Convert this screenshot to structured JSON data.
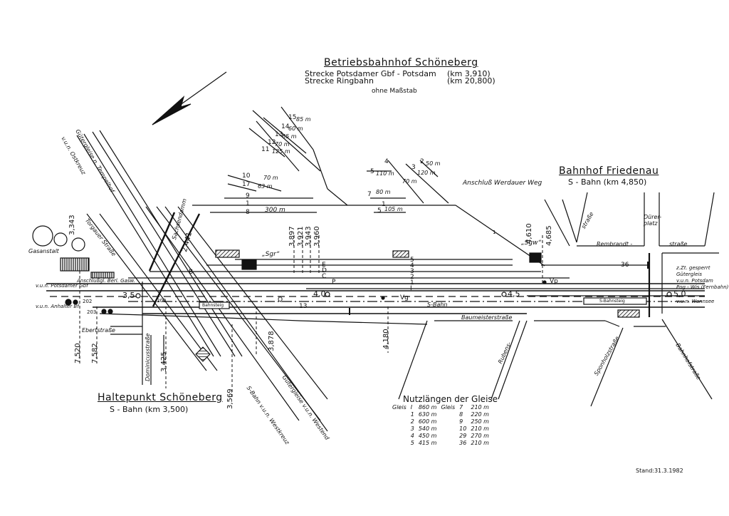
{
  "header": {
    "title": "Betriebsbahnhof Schöneberg",
    "line1_label": "Strecke Potsdamer Gbf - Potsdam",
    "line1_km": "(km 3,910)",
    "line2_label": "Strecke Ringbahn",
    "line2_km": "(km 20,800)",
    "scale_note": "ohne Maßstab"
  },
  "stations": {
    "friedenau_title": "Bahnhof Friedenau",
    "friedenau_sub": "S - Bahn (km 4,850)",
    "haltepunkt_title": "Haltepunkt Schöneberg",
    "haltepunkt_sub": "S - Bahn (km 3,500)"
  },
  "streets": {
    "torgauer": "Torgauer Straße",
    "sachsendamm": "Sachsendamm",
    "ebert": "Ebertstraße",
    "dominicus": "Dominicusstraße",
    "rembrandt_a": "Rembrandt -",
    "rembrandt_b": "straße",
    "duererplatz": "Dürer-platz",
    "strasse_n": "straße",
    "baumeister": "Baumeisterstraße",
    "rubens": "Rubens-",
    "sponholz": "Sponholzstraße",
    "bahnhof": "Bahnhofstraße"
  },
  "labels": {
    "gasanstalt": "Gasanstalt",
    "anschluss_gasw": "Anschlußgl. Berl. Gasw.",
    "vun_potsdamer": "v.u.n. Potsdamer Gbf",
    "vun_anhalter": "v.u.n. Anhalter Bf",
    "gueter_tempelhof": "Gütergleise n. Tempelhof",
    "vun_ostkreuz": "v.u.n. Ostkreuz",
    "anschluss_werdauer": "Anschluß Werdauer Weg",
    "sgr": "„Sgr“",
    "sgw": "„Sgw“",
    "zzt_gesperrt": "z.Zt. gesperrt",
    "gueterrgleis": "Gütergleis",
    "vun_potsdam_r": "v.u.n. Potsdam",
    "pog_wis": "Pog - Wis (Fernbahn)",
    "vun_wannsee": "v.u.n. Wannsee",
    "gueter_westend": "Gütergleise v.u.n. Westend",
    "sbahn_westkreuz": "S-Bahn v.u.n. Westkreuz",
    "s_bahn": "S-Bahn",
    "bahnsteig_left": "Bahnsteig",
    "bahnsteig_right": "S-Bahnsteig",
    "stand": "Stand:31.3.1982"
  },
  "km_marks": {
    "k3343": "3,343",
    "k2441": "2,441",
    "k3897": "3,897",
    "k3921": "3,921",
    "k3943": "3,943",
    "k3960": "3,960",
    "k3878": "3,878",
    "k3425": "3,425",
    "k3569": "3,569",
    "k7520": "7,520",
    "k7582": "7,582",
    "k4180": "4,180",
    "k4610": "4,610",
    "k4685": "4,685",
    "m35": "3,5",
    "m40": "4,0",
    "m45": "4,5",
    "m50": "5,0"
  },
  "signals": {
    "E": "E",
    "D": "D",
    "C": "C",
    "P": "P",
    "Q": "Q",
    "Vg": "Vg",
    "Vp": "Vp",
    "B": "B"
  },
  "tracks": {
    "yard_left": [
      {
        "no": "15",
        "len": "85 m"
      },
      {
        "no": "14",
        "len": "60 m"
      },
      {
        "no": "13",
        "len": "65 m"
      },
      {
        "no": "12",
        "len": "70 m"
      },
      {
        "no": "11",
        "len": "125 m"
      },
      {
        "no": "10",
        "len": "70 m"
      },
      {
        "no": "17",
        "len": "63 m"
      },
      {
        "no": "9",
        "len": ""
      },
      {
        "no": "1",
        "len": "300 m"
      },
      {
        "no": "8",
        "len": ""
      }
    ],
    "yard_right": [
      {
        "no": "4",
        "len": ""
      },
      {
        "no": "5",
        "len": "110 m"
      },
      {
        "no": "3",
        "len": "120 m"
      },
      {
        "no": "2",
        "len": "50 m"
      },
      {
        "no": "6",
        "len": "70 m"
      },
      {
        "no": "7",
        "len": "80 m"
      },
      {
        "no": "1",
        "len": ""
      },
      {
        "no": "5",
        "len": "105 m"
      }
    ],
    "main_numbers": [
      "5",
      "4",
      "3",
      "2",
      "1",
      "I"
    ],
    "other": {
      "t13": "13",
      "t36": "36",
      "t200": "200",
      "t202": "202",
      "t203": "203",
      "t1": "1"
    }
  },
  "nutzlaengen": {
    "title": "Nutzlängen der Gleise",
    "gleis_word": "Gleis",
    "left": [
      {
        "gleis": "I",
        "len": "860 m"
      },
      {
        "gleis": "1",
        "len": "630 m"
      },
      {
        "gleis": "2",
        "len": "600 m"
      },
      {
        "gleis": "3",
        "len": "540 m"
      },
      {
        "gleis": "4",
        "len": "450 m"
      },
      {
        "gleis": "5",
        "len": "415 m"
      }
    ],
    "right": [
      {
        "gleis": "7",
        "len": "210 m"
      },
      {
        "gleis": "8",
        "len": "220 m"
      },
      {
        "gleis": "9",
        "len": "250 m"
      },
      {
        "gleis": "10",
        "len": "210 m"
      },
      {
        "gleis": "29",
        "len": "270 m"
      },
      {
        "gleis": "36",
        "len": "210 m"
      }
    ]
  }
}
